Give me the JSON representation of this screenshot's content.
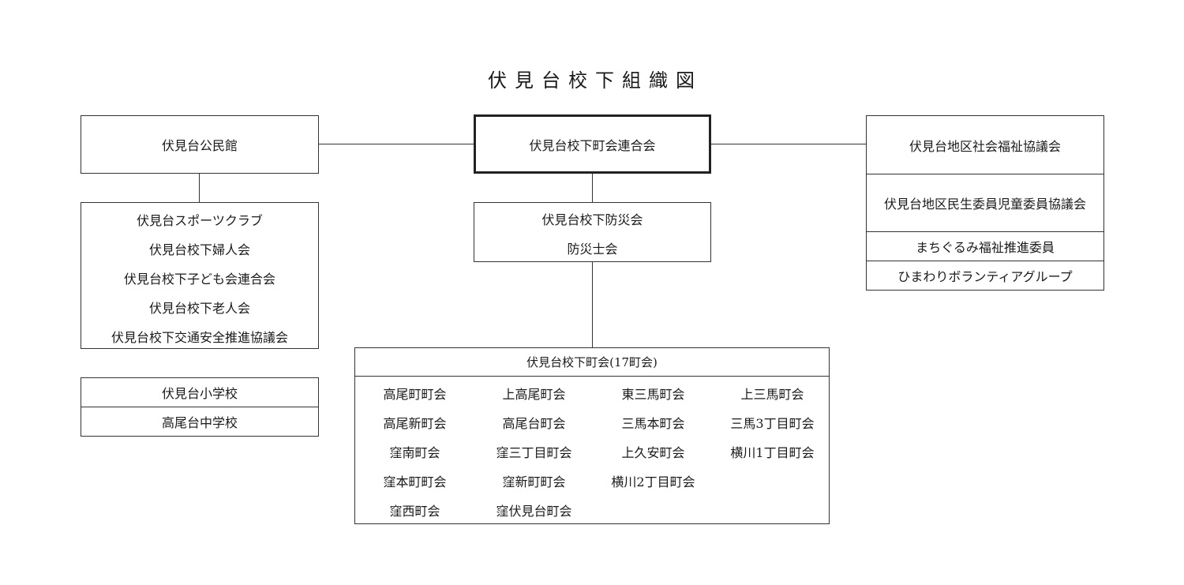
{
  "title": "伏見台校下組織図",
  "center": {
    "main": "伏見台校下町会連合会",
    "disaster": [
      "伏見台校下防災会",
      "防災士会"
    ]
  },
  "left": {
    "hall": "伏見台公民館",
    "groups": [
      "伏見台スポーツクラブ",
      "伏見台校下婦人会",
      "伏見台校下子ども会連合会",
      "伏見台校下老人会",
      "伏見台校下交通安全推進協議会"
    ],
    "schools": [
      "伏見台小学校",
      "高尾台中学校"
    ]
  },
  "right": {
    "items": [
      "伏見台地区社会福祉協議会",
      "伏見台地区民生委員児童委員協議会",
      "まちぐるみ福祉推進委員",
      "ひまわりボランティアグループ"
    ]
  },
  "towns": {
    "header": "伏見台校下町会(17町会)",
    "cells": [
      "高尾町町会",
      "上高尾町会",
      "東三馬町会",
      "上三馬町会",
      "高尾新町会",
      "高尾台町会",
      "三馬本町会",
      "三馬3丁目町会",
      "窪南町会",
      "窪三丁目町会",
      "上久安町会",
      "横川1丁目町会",
      "窪本町町会",
      "窪新町町会",
      "横川2丁目町会",
      "",
      "窪西町会",
      "窪伏見台町会",
      "",
      ""
    ]
  }
}
